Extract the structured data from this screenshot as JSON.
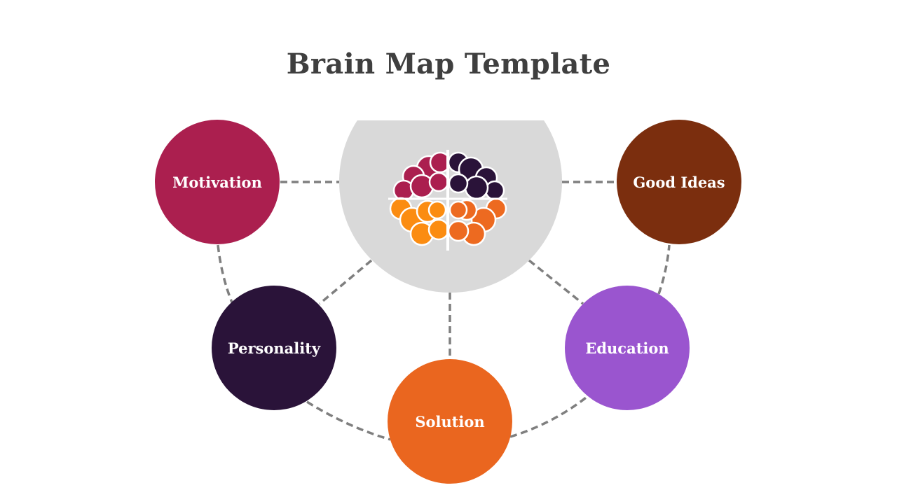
{
  "title": "Brain Map Template",
  "hub": {
    "icon": "brain-icon",
    "color": "#d9d9d9",
    "brain_colors": {
      "top_left": "#ab1f4f",
      "top_right": "#2a1339",
      "bottom_left": "#fb8c11",
      "bottom_right": "#ed6a20"
    }
  },
  "nodes": [
    {
      "id": "motivation",
      "label": "Motivation",
      "color": "#ab1f4f"
    },
    {
      "id": "good-ideas",
      "label": "Good Ideas",
      "color": "#7b2e0e"
    },
    {
      "id": "personality",
      "label": "Personality",
      "color": "#2a1339"
    },
    {
      "id": "education",
      "label": "Education",
      "color": "#9a55cf"
    },
    {
      "id": "solution",
      "label": "Solution",
      "color": "#ea661f"
    }
  ],
  "connector_color": "#7f7f7f"
}
